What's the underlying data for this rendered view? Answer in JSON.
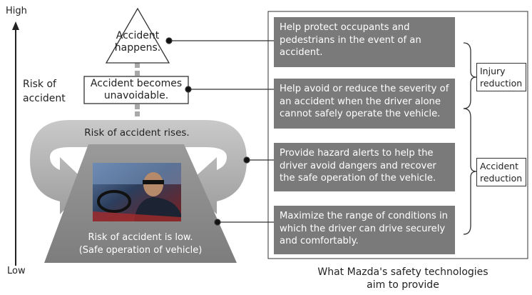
{
  "axis": {
    "high": "High",
    "low": "Low",
    "risk_label_line1": "Risk of",
    "risk_label_line2": "accident"
  },
  "levels": {
    "accident_happens_line1": "Accident",
    "accident_happens_line2": "happens.",
    "unavoidable_line1": "Accident becomes",
    "unavoidable_line2": "unavoidable.",
    "risk_rises": "Risk of accident rises.",
    "risk_low_line1": "Risk of accident is low.",
    "risk_low_line2": "(Safe operation of vehicle)"
  },
  "technologies": [
    {
      "text": "Help protect occupants and pedestrians in the event of an accident."
    },
    {
      "text": "Help avoid or reduce the severity of an accident when the driver alone cannot safely operate the vehicle."
    },
    {
      "text": "Provide hazard alerts to help the driver avoid dangers and recover the safe operation of the vehicle."
    },
    {
      "text": "Maximize the range of conditions in which the driver can drive securely and comfortably."
    }
  ],
  "categories": {
    "injury_line1": "Injury",
    "injury_line2": "reduction",
    "accident_line1": "Accident",
    "accident_line2": "reduction"
  },
  "caption": {
    "line1": "What Mazda's safety technologies",
    "line2": "aim to provide"
  },
  "colors": {
    "box_fill": "#7a7a7a",
    "trapezoid": "#8a8a8a",
    "arrow_gray": "#a9a9a9",
    "line": "#333333"
  }
}
